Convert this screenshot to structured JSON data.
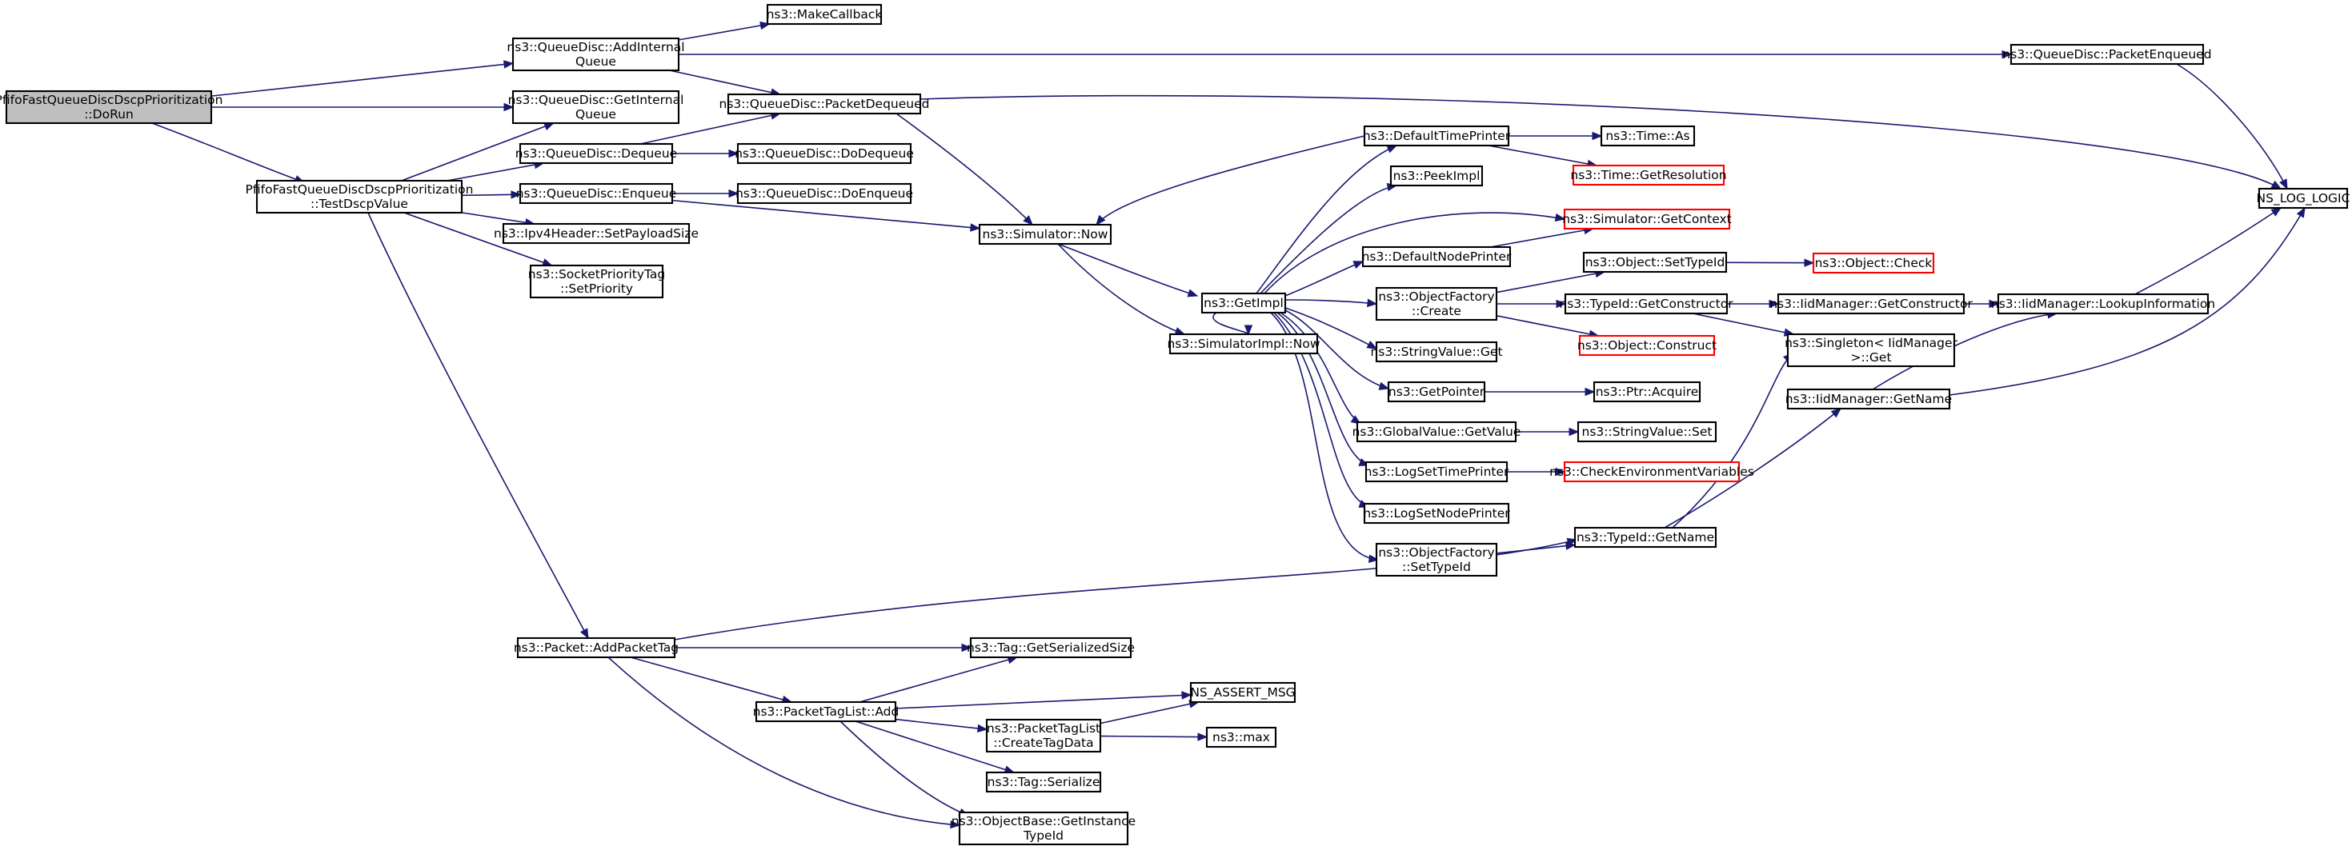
{
  "colors": {
    "edge": "#191970",
    "node_border": "#000000",
    "node_border_truncated": "#ff0000",
    "root_fill": "#bfbfbf",
    "node_fill": "#ffffff",
    "text": "#000000"
  },
  "nodes": [
    {
      "id": "doRun",
      "lines": [
        "PfifoFastQueueDiscDscpPrioritization",
        "::DoRun"
      ],
      "style": "root",
      "interactable": false
    },
    {
      "id": "testDscp",
      "lines": [
        "PfifoFastQueueDiscDscpPrioritization",
        "::TestDscpValue"
      ],
      "style": "normal",
      "interactable": true
    },
    {
      "id": "addInternalQueue",
      "lines": [
        "ns3::QueueDisc::AddInternal",
        "Queue"
      ],
      "style": "normal",
      "interactable": true
    },
    {
      "id": "getInternalQueue",
      "lines": [
        "ns3::QueueDisc::GetInternal",
        "Queue"
      ],
      "style": "normal",
      "interactable": true
    },
    {
      "id": "makeCallback",
      "lines": [
        "ns3::MakeCallback"
      ],
      "style": "normal",
      "interactable": true
    },
    {
      "id": "packetDequeued",
      "lines": [
        "ns3::QueueDisc::PacketDequeued"
      ],
      "style": "normal",
      "interactable": true
    },
    {
      "id": "dequeue",
      "lines": [
        "ns3::QueueDisc::Dequeue"
      ],
      "style": "normal",
      "interactable": true
    },
    {
      "id": "doDequeue",
      "lines": [
        "ns3::QueueDisc::DoDequeue"
      ],
      "style": "normal",
      "interactable": true
    },
    {
      "id": "enqueue",
      "lines": [
        "ns3::QueueDisc::Enqueue"
      ],
      "style": "normal",
      "interactable": true
    },
    {
      "id": "doEnqueue",
      "lines": [
        "ns3::QueueDisc::DoEnqueue"
      ],
      "style": "normal",
      "interactable": true
    },
    {
      "id": "setPayloadSize",
      "lines": [
        "ns3::Ipv4Header::SetPayloadSize"
      ],
      "style": "normal",
      "interactable": true
    },
    {
      "id": "socketPriority",
      "lines": [
        "ns3::SocketPriorityTag",
        "::SetPriority"
      ],
      "style": "normal",
      "interactable": true
    },
    {
      "id": "packetEnqueued",
      "lines": [
        "ns3::QueueDisc::PacketEnqueued"
      ],
      "style": "normal",
      "interactable": true
    },
    {
      "id": "nsLogLogic",
      "lines": [
        "NS_LOG_LOGIC"
      ],
      "style": "normal",
      "interactable": true
    },
    {
      "id": "simNow",
      "lines": [
        "ns3::Simulator::Now"
      ],
      "style": "normal",
      "interactable": true
    },
    {
      "id": "getImpl",
      "lines": [
        "ns3::GetImpl"
      ],
      "style": "normal",
      "interactable": true
    },
    {
      "id": "simImplNow",
      "lines": [
        "ns3::SimulatorImpl::Now"
      ],
      "style": "normal",
      "interactable": true
    },
    {
      "id": "defaultTimePrinter",
      "lines": [
        "ns3::DefaultTimePrinter"
      ],
      "style": "normal",
      "interactable": true
    },
    {
      "id": "timeAs",
      "lines": [
        "ns3::Time::As"
      ],
      "style": "normal",
      "interactable": true
    },
    {
      "id": "timeGetResolution",
      "lines": [
        "ns3::Time::GetResolution"
      ],
      "style": "truncated",
      "interactable": true
    },
    {
      "id": "peekImpl",
      "lines": [
        "ns3::PeekImpl"
      ],
      "style": "normal",
      "interactable": true
    },
    {
      "id": "simGetContext",
      "lines": [
        "ns3::Simulator::GetContext"
      ],
      "style": "truncated",
      "interactable": true
    },
    {
      "id": "defaultNodePrinter",
      "lines": [
        "ns3::DefaultNodePrinter"
      ],
      "style": "normal",
      "interactable": true
    },
    {
      "id": "objFactoryCreate",
      "lines": [
        "ns3::ObjectFactory",
        "::Create"
      ],
      "style": "normal",
      "interactable": true
    },
    {
      "id": "objSetTypeId",
      "lines": [
        "ns3::Object::SetTypeId"
      ],
      "style": "normal",
      "interactable": true
    },
    {
      "id": "objCheck",
      "lines": [
        "ns3::Object::Check"
      ],
      "style": "truncated",
      "interactable": true
    },
    {
      "id": "typeIdGetConstructor",
      "lines": [
        "ns3::TypeId::GetConstructor"
      ],
      "style": "normal",
      "interactable": true
    },
    {
      "id": "iidGetConstructor",
      "lines": [
        "ns3::IidManager::GetConstructor"
      ],
      "style": "normal",
      "interactable": true
    },
    {
      "id": "iidLookup",
      "lines": [
        "ns3::IidManager::LookupInformation"
      ],
      "style": "normal",
      "interactable": true
    },
    {
      "id": "objConstruct",
      "lines": [
        "ns3::Object::Construct"
      ],
      "style": "truncated",
      "interactable": true
    },
    {
      "id": "singletonGet",
      "lines": [
        "ns3::Singleton< IidManager",
        " >::Get"
      ],
      "style": "normal",
      "interactable": true
    },
    {
      "id": "stringValueGet",
      "lines": [
        "ns3::StringValue::Get"
      ],
      "style": "normal",
      "interactable": true
    },
    {
      "id": "getPointer",
      "lines": [
        "ns3::GetPointer"
      ],
      "style": "normal",
      "interactable": true
    },
    {
      "id": "ptrAcquire",
      "lines": [
        "ns3::Ptr::Acquire"
      ],
      "style": "normal",
      "interactable": true
    },
    {
      "id": "iidGetName",
      "lines": [
        "ns3::IidManager::GetName"
      ],
      "style": "normal",
      "interactable": true
    },
    {
      "id": "globalGetValue",
      "lines": [
        "ns3::GlobalValue::GetValue"
      ],
      "style": "normal",
      "interactable": true
    },
    {
      "id": "stringValueSet",
      "lines": [
        "ns3::StringValue::Set"
      ],
      "style": "normal",
      "interactable": true
    },
    {
      "id": "logSetTimePrinter",
      "lines": [
        "ns3::LogSetTimePrinter"
      ],
      "style": "normal",
      "interactable": true
    },
    {
      "id": "checkEnvVars",
      "lines": [
        "ns3::CheckEnvironmentVariables"
      ],
      "style": "truncated",
      "interactable": true
    },
    {
      "id": "logSetNodePrinter",
      "lines": [
        "ns3::LogSetNodePrinter"
      ],
      "style": "normal",
      "interactable": true
    },
    {
      "id": "objFactorySetTypeId",
      "lines": [
        "ns3::ObjectFactory",
        "::SetTypeId"
      ],
      "style": "normal",
      "interactable": true
    },
    {
      "id": "typeIdGetName",
      "lines": [
        "ns3::TypeId::GetName"
      ],
      "style": "normal",
      "interactable": true
    },
    {
      "id": "addPacketTag",
      "lines": [
        "ns3::Packet::AddPacketTag"
      ],
      "style": "normal",
      "interactable": true
    },
    {
      "id": "tagGetSerializedSize",
      "lines": [
        "ns3::Tag::GetSerializedSize"
      ],
      "style": "normal",
      "interactable": true
    },
    {
      "id": "nsAssertMsg",
      "lines": [
        "NS_ASSERT_MSG"
      ],
      "style": "normal",
      "interactable": true
    },
    {
      "id": "packetTagListAdd",
      "lines": [
        "ns3::PacketTagList::Add"
      ],
      "style": "normal",
      "interactable": true
    },
    {
      "id": "createTagData",
      "lines": [
        "ns3::PacketTagList",
        "::CreateTagData"
      ],
      "style": "normal",
      "interactable": true
    },
    {
      "id": "nsMax",
      "lines": [
        "ns3::max"
      ],
      "style": "normal",
      "interactable": true
    },
    {
      "id": "tagSerialize",
      "lines": [
        "ns3::Tag::Serialize"
      ],
      "style": "normal",
      "interactable": true
    },
    {
      "id": "getInstanceTypeId",
      "lines": [
        "ns3::ObjectBase::GetInstance",
        "TypeId"
      ],
      "style": "normal",
      "interactable": true
    }
  ],
  "edges": [
    [
      "doRun",
      "addInternalQueue"
    ],
    [
      "doRun",
      "getInternalQueue"
    ],
    [
      "doRun",
      "testDscp"
    ],
    [
      "addInternalQueue",
      "makeCallback"
    ],
    [
      "addInternalQueue",
      "packetDequeued"
    ],
    [
      "addInternalQueue",
      "packetEnqueued"
    ],
    [
      "packetEnqueued",
      "nsLogLogic"
    ],
    [
      "packetDequeued",
      "nsLogLogic"
    ],
    [
      "packetDequeued",
      "simNow"
    ],
    [
      "testDscp",
      "getInternalQueue"
    ],
    [
      "testDscp",
      "dequeue"
    ],
    [
      "testDscp",
      "enqueue"
    ],
    [
      "testDscp",
      "setPayloadSize"
    ],
    [
      "testDscp",
      "socketPriority"
    ],
    [
      "testDscp",
      "addPacketTag"
    ],
    [
      "dequeue",
      "packetDequeued"
    ],
    [
      "dequeue",
      "doDequeue"
    ],
    [
      "enqueue",
      "doEnqueue"
    ],
    [
      "enqueue",
      "simNow"
    ],
    [
      "simNow",
      "getImpl"
    ],
    [
      "simNow",
      "simImplNow"
    ],
    [
      "getImpl",
      "defaultTimePrinter"
    ],
    [
      "getImpl",
      "peekImpl"
    ],
    [
      "getImpl",
      "simGetContext"
    ],
    [
      "getImpl",
      "defaultNodePrinter"
    ],
    [
      "getImpl",
      "objFactoryCreate"
    ],
    [
      "getImpl",
      "simImplNow"
    ],
    [
      "getImpl",
      "stringValueGet"
    ],
    [
      "getImpl",
      "getPointer"
    ],
    [
      "getImpl",
      "globalGetValue"
    ],
    [
      "getImpl",
      "logSetTimePrinter"
    ],
    [
      "getImpl",
      "logSetNodePrinter"
    ],
    [
      "getImpl",
      "objFactorySetTypeId"
    ],
    [
      "defaultTimePrinter",
      "simNow"
    ],
    [
      "defaultTimePrinter",
      "timeAs"
    ],
    [
      "defaultTimePrinter",
      "timeGetResolution"
    ],
    [
      "defaultNodePrinter",
      "simGetContext"
    ],
    [
      "objFactoryCreate",
      "objSetTypeId"
    ],
    [
      "objFactoryCreate",
      "typeIdGetConstructor"
    ],
    [
      "objFactoryCreate",
      "objConstruct"
    ],
    [
      "objSetTypeId",
      "objCheck"
    ],
    [
      "typeIdGetConstructor",
      "iidGetConstructor"
    ],
    [
      "typeIdGetConstructor",
      "singletonGet"
    ],
    [
      "iidGetConstructor",
      "iidLookup"
    ],
    [
      "iidLookup",
      "nsLogLogic"
    ],
    [
      "iidGetName",
      "iidLookup"
    ],
    [
      "iidGetName",
      "nsLogLogic"
    ],
    [
      "getPointer",
      "ptrAcquire"
    ],
    [
      "globalGetValue",
      "stringValueSet"
    ],
    [
      "logSetTimePrinter",
      "checkEnvVars"
    ],
    [
      "objFactorySetTypeId",
      "typeIdGetName"
    ],
    [
      "typeIdGetName",
      "singletonGet"
    ],
    [
      "typeIdGetName",
      "iidGetName"
    ],
    [
      "addPacketTag",
      "typeIdGetName"
    ],
    [
      "addPacketTag",
      "tagGetSerializedSize"
    ],
    [
      "addPacketTag",
      "packetTagListAdd"
    ],
    [
      "addPacketTag",
      "getInstanceTypeId"
    ],
    [
      "packetTagListAdd",
      "tagGetSerializedSize"
    ],
    [
      "packetTagListAdd",
      "nsAssertMsg"
    ],
    [
      "packetTagListAdd",
      "createTagData"
    ],
    [
      "packetTagListAdd",
      "tagSerialize"
    ],
    [
      "packetTagListAdd",
      "getInstanceTypeId"
    ],
    [
      "createTagData",
      "nsAssertMsg"
    ],
    [
      "createTagData",
      "nsMax"
    ]
  ]
}
